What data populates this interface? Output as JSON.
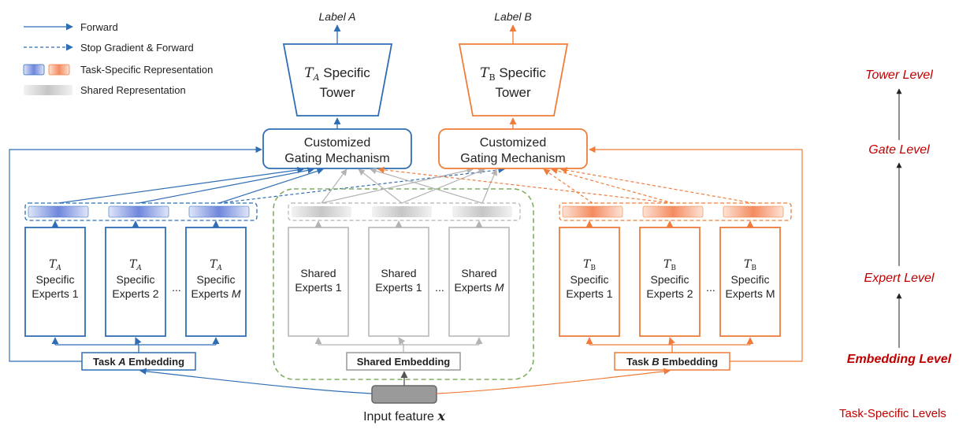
{
  "legend": {
    "forward": "Forward",
    "stop_gradient": "Stop Gradient & Forward",
    "task_specific": "Task-Specific Representation",
    "shared": "Shared Representation"
  },
  "task_a": {
    "label": "Label A",
    "tower_symbol": "T",
    "tower_sub": "A",
    "tower_line1_rest": " Specific",
    "tower_line2": "Tower",
    "gate_line1": "Customized",
    "gate_line2": "Gating Mechanism",
    "experts": [
      {
        "symbol": "T",
        "sub": "A",
        "line2": "Specific",
        "line3": "Experts 1"
      },
      {
        "symbol": "T",
        "sub": "A",
        "line2": "Specific",
        "line3": "Experts 2"
      },
      {
        "symbol": "T",
        "sub": "A",
        "line2": "Specific",
        "line3_prefix": "Experts ",
        "line3_italic": "M"
      }
    ],
    "embedding_prefix": "Task ",
    "embedding_italic": "A",
    "embedding_suffix": " Embedding"
  },
  "shared": {
    "experts": [
      {
        "line1": "Shared",
        "line2": "Experts 1"
      },
      {
        "line1": "Shared",
        "line2": "Experts 1"
      },
      {
        "line1": "Shared",
        "line2_prefix": "Experts ",
        "line2_italic": "M"
      }
    ],
    "embedding": "Shared Embedding"
  },
  "task_b": {
    "label": "Label B",
    "tower_symbol": "T",
    "tower_sub": "B",
    "tower_line1_rest": " Specific",
    "tower_line2": "Tower",
    "gate_line1": "Customized",
    "gate_line2": "Gating Mechanism",
    "experts": [
      {
        "symbol": "T",
        "sub": "B",
        "line2": "Specific",
        "line3": "Experts 1"
      },
      {
        "symbol": "T",
        "sub": "B",
        "line2": "Specific",
        "line3": "Experts 2"
      },
      {
        "symbol": "T",
        "sub": "B",
        "line2": "Specific",
        "line3": "Experts M"
      }
    ],
    "embedding_prefix": "Task ",
    "embedding_italic": "B",
    "embedding_suffix": " Embedding"
  },
  "ellipsis": "...",
  "input": {
    "prefix": "Input feature ",
    "symbol": "x"
  },
  "levels": {
    "tower": "Tower Level",
    "gate": "Gate Level",
    "expert": "Expert Level",
    "embedding": "Embedding Level",
    "caption": "Task-Specific Levels"
  },
  "colors": {
    "task_a": "#2f6db5",
    "task_b": "#ef7c3a",
    "shared": "#b3b3b3",
    "shared_group": "#7fae62",
    "level_text": "#c00000"
  }
}
